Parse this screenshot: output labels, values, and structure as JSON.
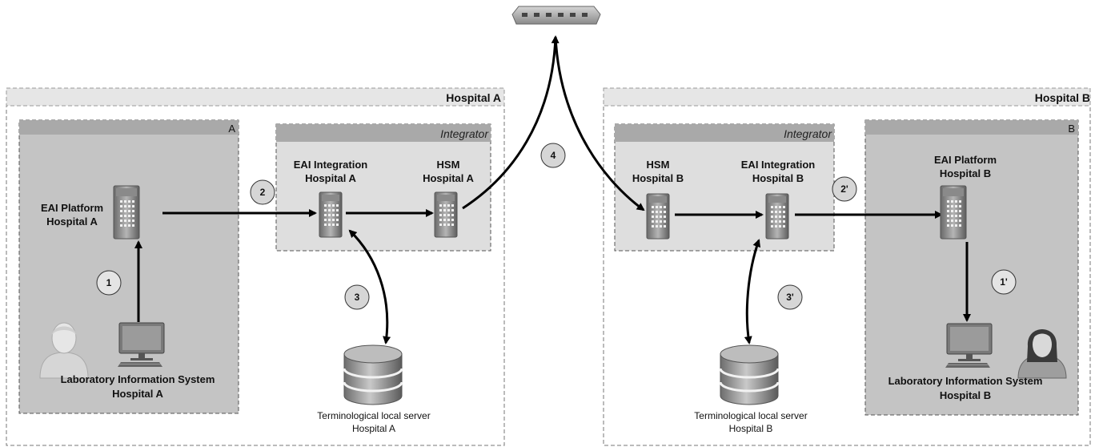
{
  "hospital_a": {
    "title": "Hospital A",
    "box_a_label": "A",
    "integrator_label": "Integrator",
    "eai_platform": [
      "EAI Platform",
      "Hospital A"
    ],
    "eai_integration": [
      "EAI Integration",
      "Hospital A"
    ],
    "hsm": [
      "HSM",
      "Hospital A"
    ],
    "lis": [
      "Laboratory Information System",
      "Hospital A"
    ],
    "term_server": [
      "Terminological local server",
      "Hospital A"
    ],
    "steps": [
      "1",
      "2",
      "3"
    ]
  },
  "hospital_b": {
    "title": "Hospital B",
    "box_b_label": "B",
    "integrator_label": "Integrator",
    "eai_platform": [
      "EAI Platform",
      "Hospital B"
    ],
    "eai_integration": [
      "EAI Integration",
      "Hospital B"
    ],
    "hsm": [
      "HSM",
      "Hospital B"
    ],
    "lis": [
      "Laboratory Information System",
      "Hospital B"
    ],
    "term_server": [
      "Terminological local server",
      "Hospital B"
    ],
    "steps": [
      "1'",
      "2'",
      "3'"
    ]
  },
  "network_step": "4",
  "icons": {
    "network": "network-switch-icon",
    "server": "server-tower-icon",
    "database": "database-icon",
    "workstation": "computer-monitor-icon",
    "male_user": "male-user-icon",
    "female_user": "female-user-icon"
  }
}
